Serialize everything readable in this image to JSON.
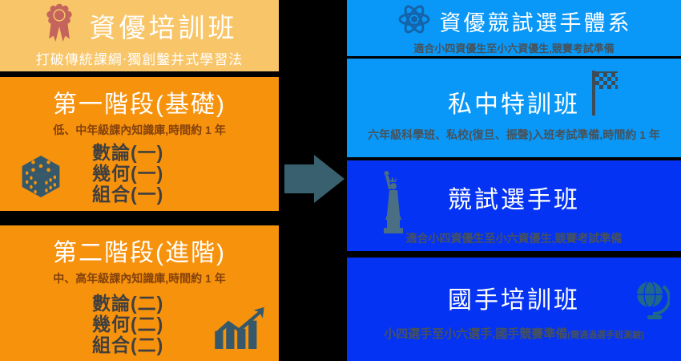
{
  "diagram": {
    "left": {
      "program": {
        "title": "資優培訓班",
        "subtitle": "打破傳統課綱‧獨創鑿井式學習法",
        "icon": "medal-icon"
      },
      "stage1": {
        "title": "第一階段(基礎)",
        "subtitle": "低、中年級課內知識庫,時間約 1 年",
        "items": [
          "數論(一)",
          "幾何(一)",
          "組合(一)"
        ],
        "icon": "dice-icon"
      },
      "stage2": {
        "title": "第二階段(進階)",
        "subtitle": "中、高年級課內知識庫,時間約 1 年",
        "items": [
          "數論(二)",
          "幾何(二)",
          "組合(二)"
        ],
        "icon": "bar-chart-icon"
      }
    },
    "arrow_icon": "right-arrow-icon",
    "right": {
      "system": {
        "title": "資優競試選手體系",
        "subtitle": "適合小四資優生至小六資優生,競賽考試準備",
        "icon": "atom-icon"
      },
      "private_school": {
        "title": "私中特訓班",
        "subtitle": "六年級科學班、私校(復旦、振聲)入班考試準備,時間約 1 年",
        "icon": "checkered-flag-icon"
      },
      "contest": {
        "title": "競試選手班",
        "subtitle": "適合小四資優生至小六資優生,競賽考試準備",
        "icon": "statue-of-liberty-icon"
      },
      "national_team": {
        "title": "國手培訓班",
        "subtitle": "小四選手至小六選手,國手競賽準備",
        "subtitle_note": "(需通過選手班測驗)",
        "icon": "globe-icon"
      }
    },
    "colors": {
      "background": "#000000",
      "tan_block": "#f8c569",
      "orange_block": "#f7920d",
      "light_blue_block": "#0998f8",
      "deep_blue_block": "#0533f4",
      "arrow": "#39606e",
      "orange_subtitle_text": "#83410b",
      "list_text": "#3f3f3f",
      "blue_subtitle_text": "#47525a",
      "medal_icon": "#c4645c",
      "teal_icon": "#35596a"
    }
  }
}
